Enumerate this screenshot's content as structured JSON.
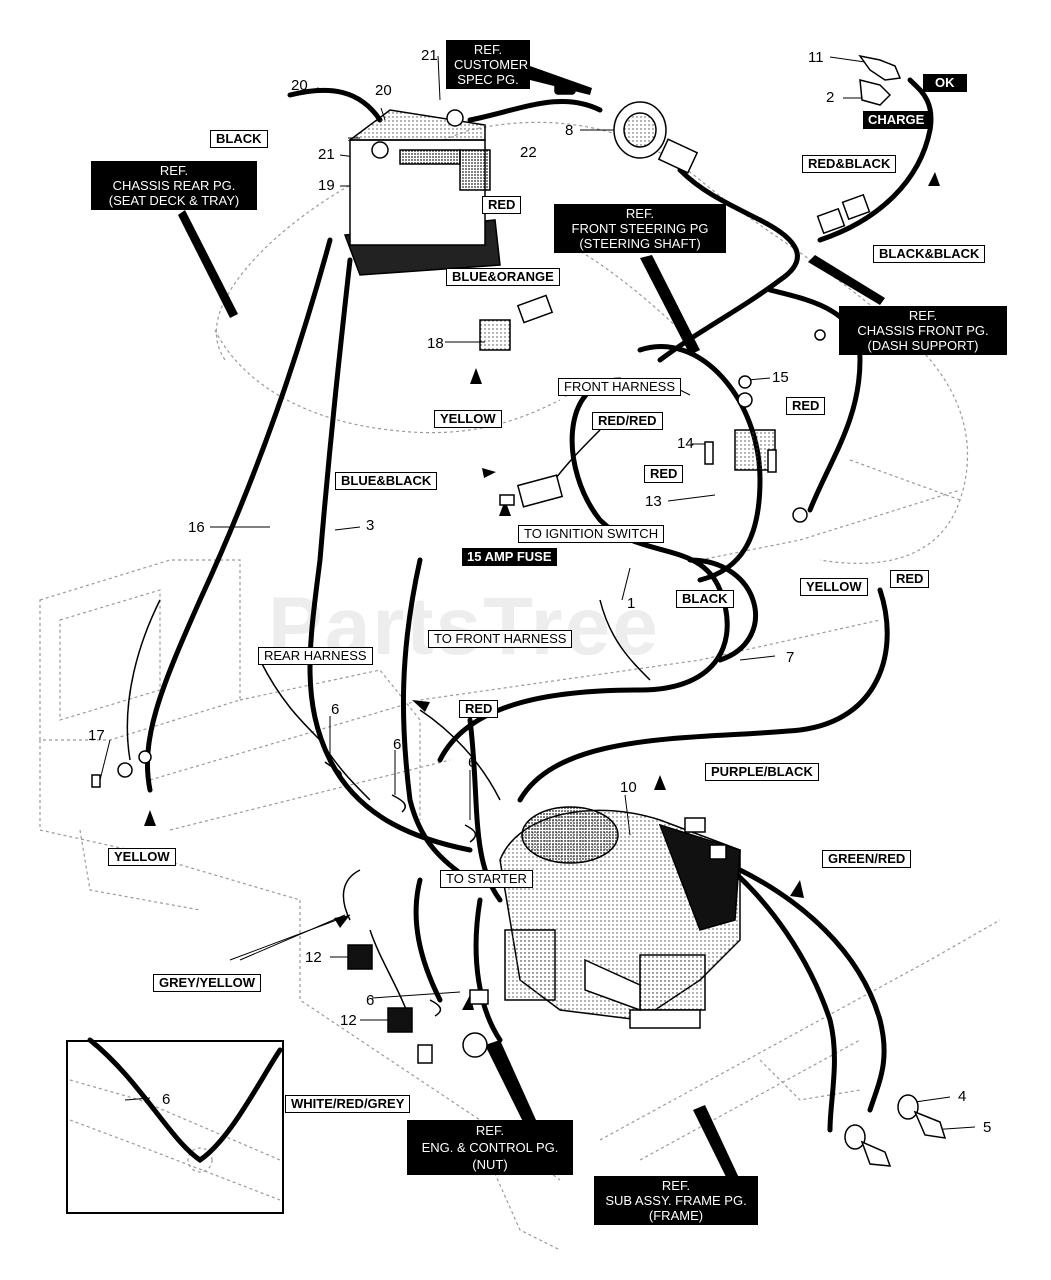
{
  "watermark": "PartsTree",
  "ref_labels": {
    "customer_spec": [
      "REF.",
      "CUSTOMER",
      "SPEC PG."
    ],
    "chassis_rear": [
      "REF.",
      "CHASSIS REAR PG.",
      "(SEAT DECK & TRAY)"
    ],
    "front_steering": [
      "REF.",
      "FRONT STEERING PG",
      "(STEERING SHAFT)"
    ],
    "chassis_front": [
      "REF.",
      "CHASSIS FRONT PG.",
      "(DASH SUPPORT)"
    ],
    "eng_control": [
      "REF.",
      "ENG. & CONTROL PG.",
      "(NUT)"
    ],
    "sub_assy_frame": [
      "REF.",
      "SUB ASSY. FRAME PG.",
      "(FRAME)"
    ]
  },
  "wire_labels": {
    "black_top": "BLACK",
    "red_battery": "RED",
    "ok": "OK",
    "charge": "CHARGE",
    "red_black": "RED&BLACK",
    "black_black": "BLACK&BLACK",
    "blue_orange": "BLUE&ORANGE",
    "yellow_18": "YELLOW",
    "red_red": "RED/RED",
    "red_15": "RED",
    "red_13": "RED",
    "blue_black": "BLUE&BLACK",
    "fuse": "15 AMP FUSE",
    "black_mid": "BLACK",
    "yellow_right": "YELLOW",
    "red_right": "RED",
    "red_lower": "RED",
    "purple_black": "PURPLE/BLACK",
    "green_red": "GREEN/RED",
    "yellow_left": "YELLOW",
    "grey_yellow": "GREY/YELLOW",
    "white_red_grey": "WHITE/RED/GREY"
  },
  "text_labels": {
    "front_harness": "FRONT HARNESS",
    "to_ignition": "TO IGNITION SWITCH",
    "rear_harness": "REAR HARNESS",
    "to_front_harness": "TO FRONT HARNESS",
    "to_starter": "TO STARTER"
  },
  "callouts": {
    "c20a": "20",
    "c20b": "20",
    "c21a": "21",
    "c21b": "21",
    "c22": "22",
    "c19": "19",
    "c8": "8",
    "c11": "11",
    "c2": "2",
    "c18": "18",
    "c15": "15",
    "c14": "14",
    "c13": "13",
    "c16": "16",
    "c3": "3",
    "c1": "1",
    "c7": "7",
    "c6a": "6",
    "c6b": "6",
    "c6c": "6",
    "c6d": "6",
    "c6e": "6",
    "c17": "17",
    "c10": "10",
    "c12a": "12",
    "c12b": "12",
    "c4": "4",
    "c5": "5"
  },
  "colors": {
    "ink": "#000000",
    "paper": "#ffffff",
    "frame": "#9a9a9a",
    "watermark": "#cfcfcf"
  }
}
